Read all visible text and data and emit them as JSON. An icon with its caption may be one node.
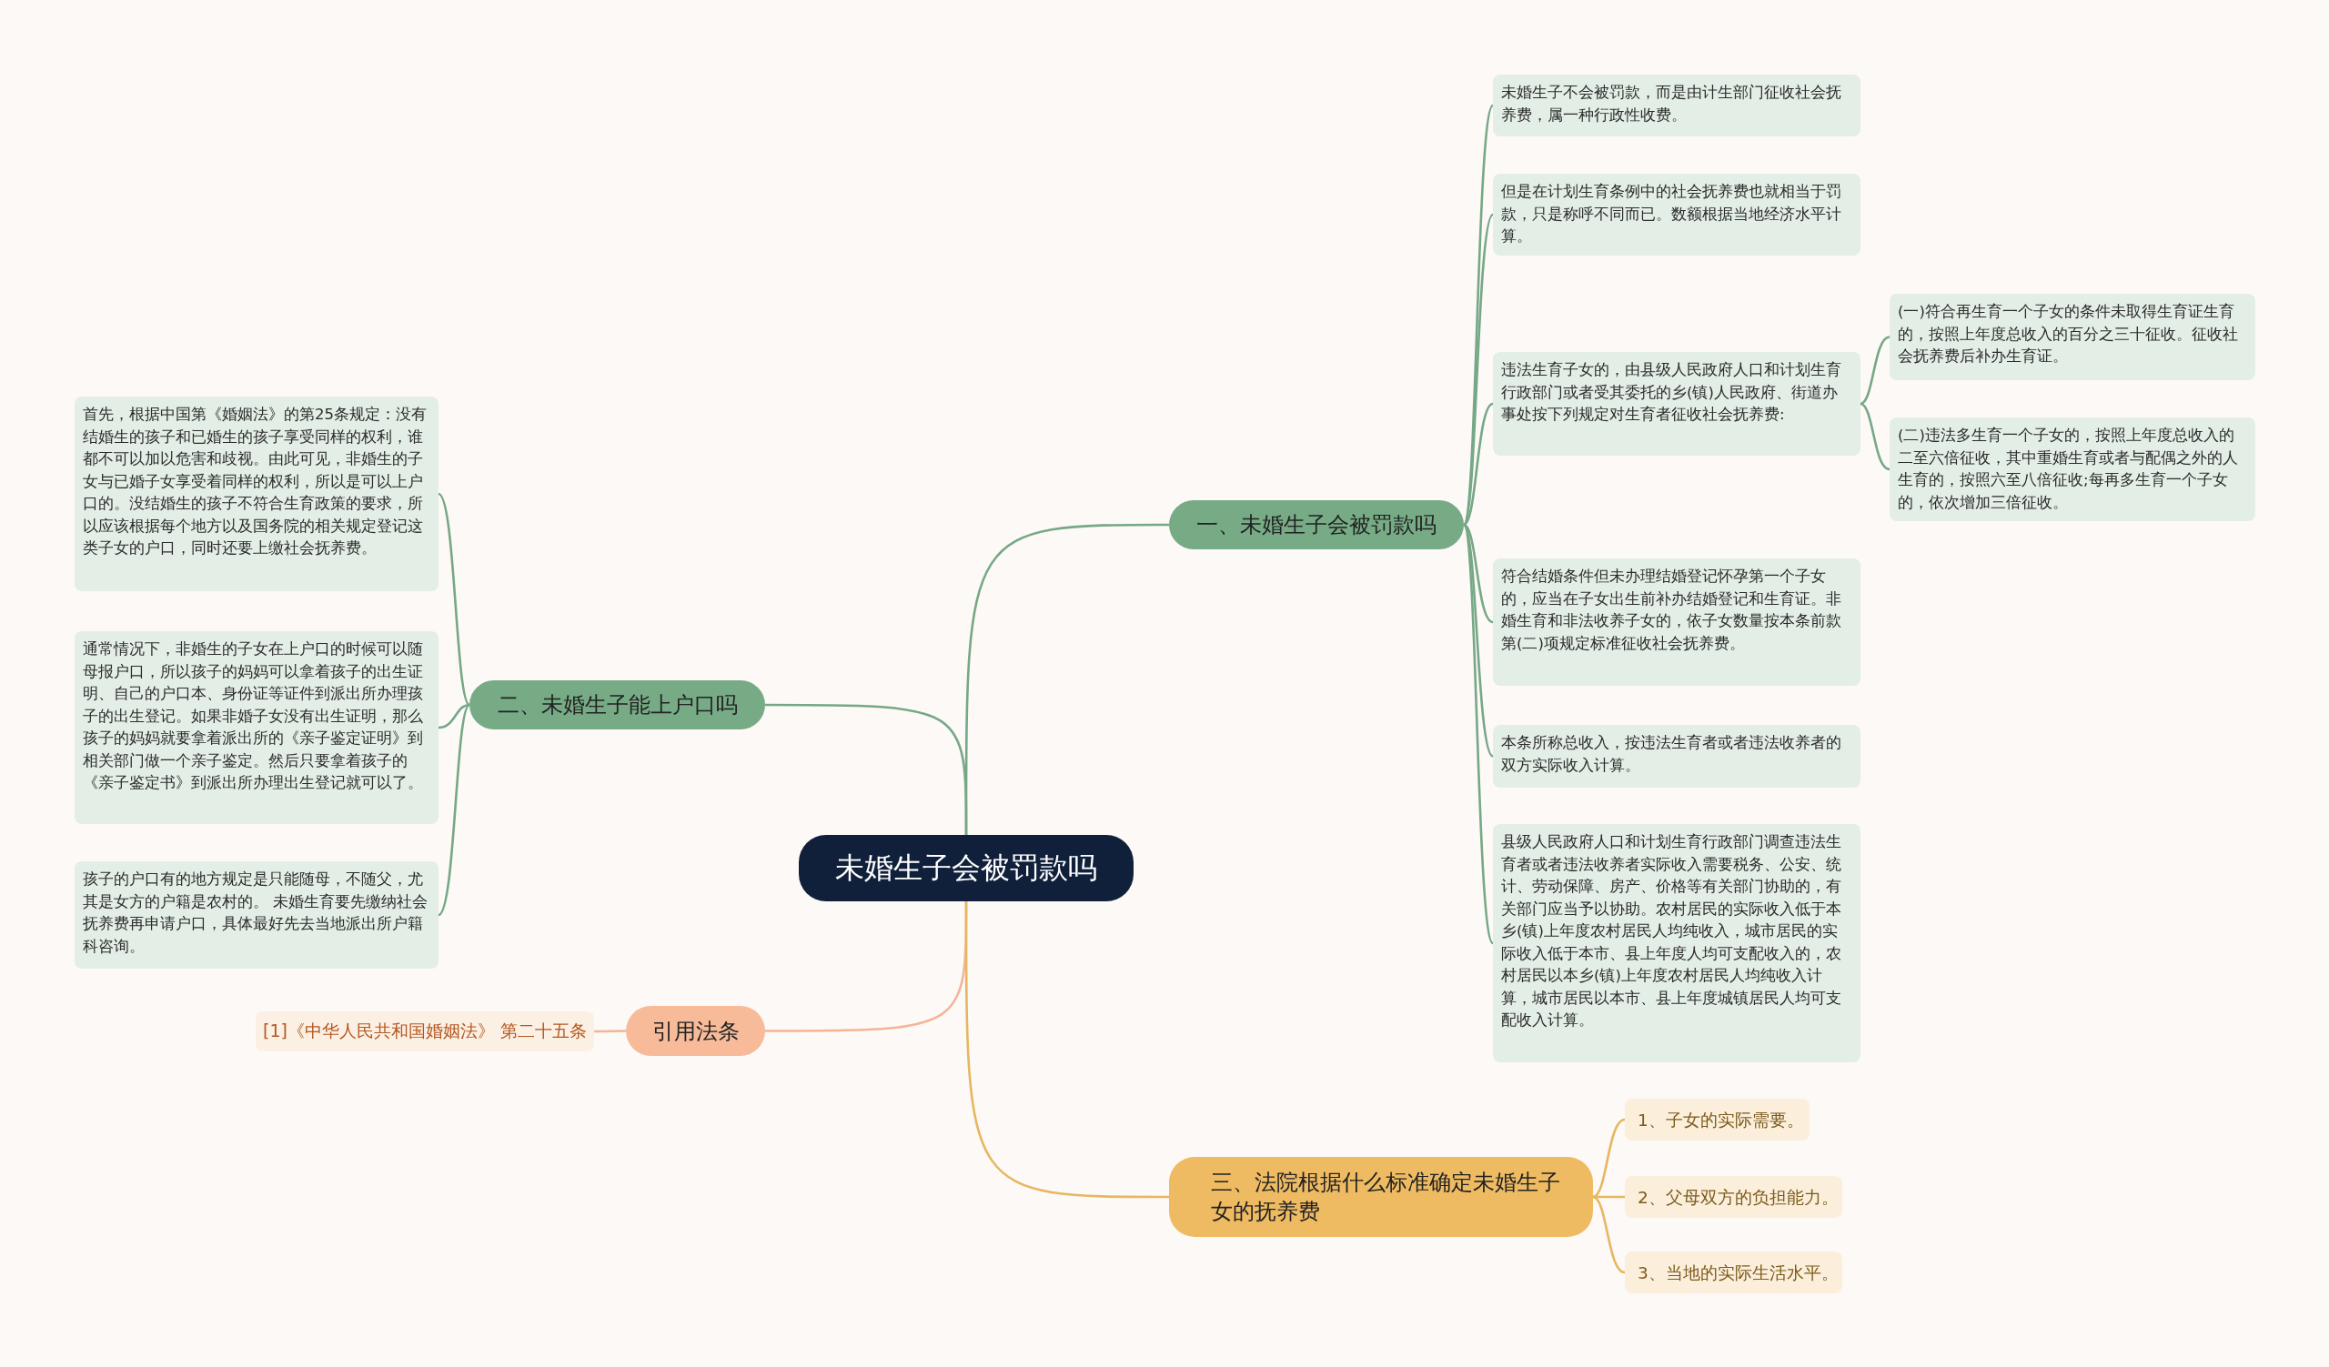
{
  "diagram": {
    "nodes": [
      {
        "text": [
          "未婚生子会被罚款吗"
        ]
      },
      {
        "text": [
          "一、未婚生子会被罚款吗"
        ]
      },
      {
        "text": [
          "未婚生子不会被罚款，而是由计生部门征收社会抚养费，属一种行政性收费。"
        ]
      },
      {
        "text": [
          "但是在计划生育条例中的社会抚养费也就相当于罚款，只是称呼不同而已。数额根据当地经济水平计算。"
        ]
      },
      {
        "text": [
          "违法生育子女的，由县级人民政府人口和计划生育行政部门或者受其委托的乡(镇)人民政府、街道办事处按下列规定对生育者征收社会抚养费:"
        ]
      },
      {
        "text": [
          "(一)符合再生育一个子女的条件未取得生育证生育的，按照上年度总收入的百分之三十征收。征收社会抚养费后补办生育证。"
        ]
      },
      {
        "text": [
          "(二)违法多生育一个子女的，按照上年度总收入的二至六倍征收，其中重婚生育或者与配偶之外的人生育的，按照六至八倍征收;每再多生育一个子女的，依次增加三倍征收。"
        ]
      },
      {
        "text": [
          "符合结婚条件但未办理结婚登记怀孕第一个子女的，应当在子女出生前补办结婚登记和生育证。非婚生育和非法收养子女的，依子女数量按本条前款第(二)项规定标准征收社会抚养费。"
        ]
      },
      {
        "text": [
          "本条所称总收入，按违法生育者或者违法收养者的双方实际收入计算。"
        ]
      },
      {
        "text": [
          "县级人民政府人口和计划生育行政部门调查违法生育者或者违法收养者实际收入需要税务、公安、统计、劳动保障、房产、价格等有关部门协助的，有关部门应当予以协助。农村居民的实际收入低于本乡(镇)上年度农村居民人均纯收入，城市居民的实际收入低于本市、县上年度人均可支配收入的，农村居民以本乡(镇)上年度农村居民人均纯收入计算，城市居民以本市、县上年度城镇居民人均可支配收入计算。"
        ]
      },
      {
        "text": [
          "二、未婚生子能上户口吗"
        ]
      },
      {
        "text": [
          "首先，根据中国第《婚姻法》的第25条规定：没有结婚生的孩子和已婚生的孩子享受同样的权利，谁都不可以加以危害和歧视。由此可见，非婚生的子女与已婚子女享受着同样的权利，所以是可以上户口的。没结婚生的孩子不符合生育政策的要求，所以应该根据每个地方以及国务院的相关规定登记这类子女的户口，同时还要上缴社会抚养费。"
        ]
      },
      {
        "text": [
          "通常情况下，非婚生的子女在上户口的时候可以随母报户口，所以孩子的妈妈可以拿着孩子的出生证明、自己的户口本、身份证等证件到派出所办理孩子的出生登记。如果非婚子女没有出生证明，那么孩子的妈妈就要拿着派出所的《亲子鉴定证明》到相关部门做一个亲子鉴定。然后只要拿着孩子的《亲子鉴定书》到派出所办理出生登记就可以了。"
        ]
      },
      {
        "text": [
          "孩子的户口有的地方规定是只能随母，不随父，尤其是女方的户籍是农村的。 未婚生育要先缴纳社会抚养费再申请户口，具体最好先去当地派出所户籍科咨询。"
        ]
      },
      {
        "text": [
          "引用法条"
        ]
      },
      {
        "text": [
          "[1]《中华人民共和国婚姻法》 第二十五条"
        ]
      },
      {
        "text": [
          "三、法院根据什么标准确定未婚生子女的抚养费"
        ]
      },
      {
        "text": [
          "1、子女的实际需要。"
        ]
      },
      {
        "text": [
          "2、父母双方的负担能力。"
        ]
      },
      {
        "text": [
          "3、当地的实际生活水平。"
        ]
      }
    ],
    "edges": [
      {
        "from": 0,
        "to": 1,
        "arrow": "none"
      },
      {
        "from": 0,
        "to": 10,
        "arrow": "none"
      },
      {
        "from": 0,
        "to": 14,
        "arrow": "none",
        "color": "#f3b596"
      },
      {
        "from": 0,
        "to": 16,
        "arrow": "none",
        "color": "#e6b760"
      },
      {
        "from": 1,
        "to": 2,
        "arrow": "none"
      },
      {
        "from": 1,
        "to": 3,
        "arrow": "none"
      },
      {
        "from": 1,
        "to": 4,
        "arrow": "none"
      },
      {
        "from": 1,
        "to": 7,
        "arrow": "none"
      },
      {
        "from": 1,
        "to": 8,
        "arrow": "none"
      },
      {
        "from": 1,
        "to": 9,
        "arrow": "none"
      },
      {
        "from": 4,
        "to": 5,
        "arrow": "none"
      },
      {
        "from": 4,
        "to": 6,
        "arrow": "none"
      },
      {
        "from": 10,
        "to": 11,
        "arrow": "none"
      },
      {
        "from": 10,
        "to": 12,
        "arrow": "none"
      },
      {
        "from": 10,
        "to": 13,
        "arrow": "none"
      },
      {
        "from": 14,
        "to": 15,
        "arrow": "none",
        "color": "#f3b596"
      },
      {
        "from": 16,
        "to": 17,
        "arrow": "none",
        "color": "#e6b760"
      },
      {
        "from": 16,
        "to": 18,
        "arrow": "none",
        "color": "#e6b760"
      },
      {
        "from": 16,
        "to": 19,
        "arrow": "none",
        "color": "#e6b760"
      }
    ]
  }
}
